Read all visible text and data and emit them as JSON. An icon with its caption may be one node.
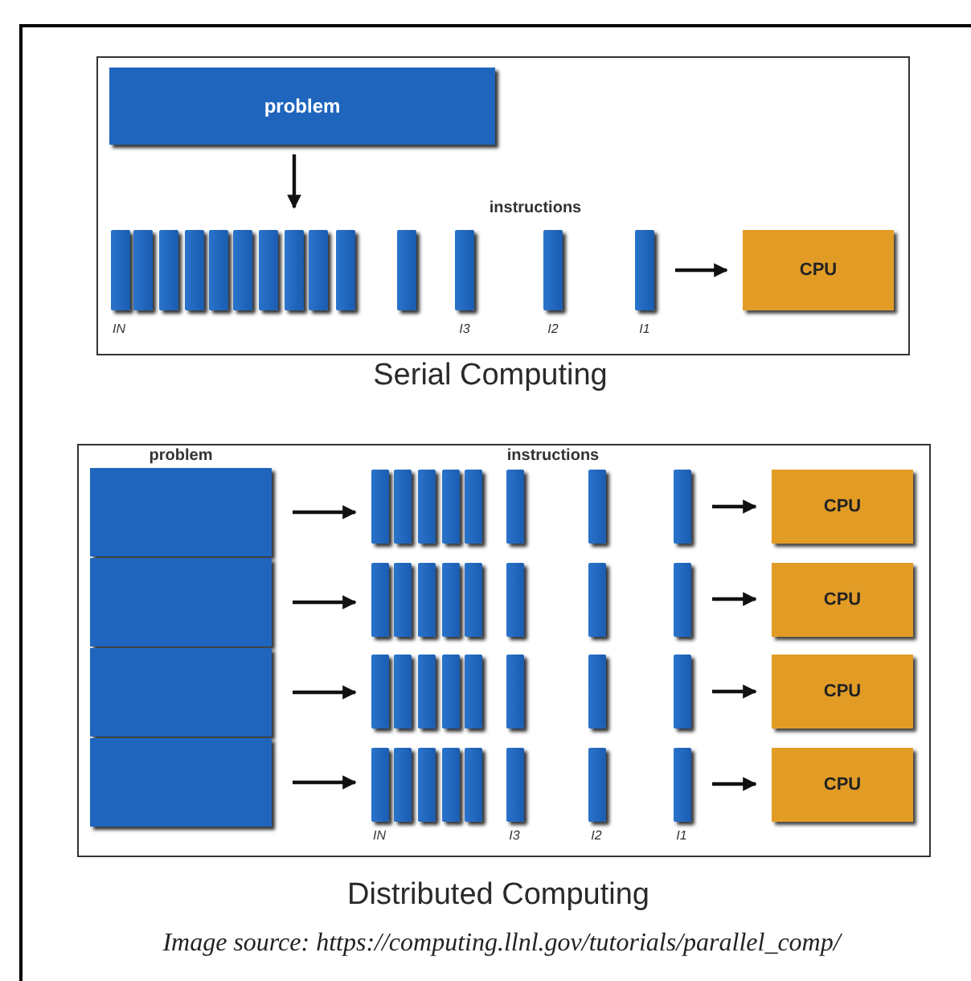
{
  "diagram": {
    "caption": "Image source: https://computing.llnl.gov/tutorials/parallel_comp/",
    "nodes": [
      {
        "text": [
          "problem"
        ]
      },
      {
        "text": [],
        "shape": "bar"
      },
      {
        "text": [],
        "shape": "bar"
      },
      {
        "text": [],
        "shape": "bar"
      },
      {
        "text": [],
        "shape": "bar"
      },
      {
        "text": [],
        "shape": "bar"
      },
      {
        "text": [],
        "shape": "bar"
      },
      {
        "text": [],
        "shape": "bar"
      },
      {
        "text": [],
        "shape": "bar"
      },
      {
        "text": [],
        "shape": "bar"
      },
      {
        "text": [],
        "shape": "bar"
      },
      {
        "text": [],
        "shape": "bar"
      },
      {
        "text": [],
        "shape": "bar"
      },
      {
        "text": [],
        "shape": "bar"
      },
      {
        "text": [],
        "shape": "bar"
      },
      {
        "text": [
          "CPU"
        ]
      },
      {
        "text": [
          "problem"
        ]
      },
      {
        "text": [],
        "shape": "box",
        "in": 16
      },
      {
        "text": [],
        "shape": "box",
        "in": 16
      },
      {
        "text": [],
        "shape": "box",
        "in": 16
      },
      {
        "text": [],
        "shape": "box",
        "in": 16
      },
      {
        "text": [],
        "shape": "bar"
      },
      {
        "text": [],
        "shape": "bar"
      },
      {
        "text": [],
        "shape": "bar"
      },
      {
        "text": [],
        "shape": "bar"
      },
      {
        "text": [],
        "shape": "bar"
      },
      {
        "text": [],
        "shape": "bar"
      },
      {
        "text": [],
        "shape": "bar"
      },
      {
        "text": [],
        "shape": "bar"
      },
      {
        "text": [
          "CPU"
        ]
      },
      {
        "text": [],
        "shape": "bar"
      },
      {
        "text": [],
        "shape": "bar"
      },
      {
        "text": [],
        "shape": "bar"
      },
      {
        "text": [],
        "shape": "bar"
      },
      {
        "text": [],
        "shape": "bar"
      },
      {
        "text": [],
        "shape": "bar"
      },
      {
        "text": [],
        "shape": "bar"
      },
      {
        "text": [],
        "shape": "bar"
      },
      {
        "text": [
          "CPU"
        ]
      },
      {
        "text": [],
        "shape": "bar"
      },
      {
        "text": [],
        "shape": "bar"
      },
      {
        "text": [],
        "shape": "bar"
      },
      {
        "text": [],
        "shape": "bar"
      },
      {
        "text": [],
        "shape": "bar"
      },
      {
        "text": [],
        "shape": "bar"
      },
      {
        "text": [],
        "shape": "bar"
      },
      {
        "text": [],
        "shape": "bar"
      },
      {
        "text": [
          "CPU"
        ]
      },
      {
        "text": [],
        "shape": "bar"
      },
      {
        "text": [],
        "shape": "bar"
      },
      {
        "text": [],
        "shape": "bar"
      },
      {
        "text": [],
        "shape": "bar"
      },
      {
        "text": [],
        "shape": "bar"
      },
      {
        "text": [],
        "shape": "bar"
      },
      {
        "text": [],
        "shape": "bar"
      },
      {
        "text": [],
        "shape": "bar"
      },
      {
        "text": [
          "CPU"
        ]
      }
    ],
    "edges": [
      {
        "from": 0,
        "to": 8,
        "arrow": "to"
      },
      {
        "from": 14,
        "to": 15,
        "arrow": "to"
      },
      {
        "from": 17,
        "to": 21,
        "arrow": "to"
      },
      {
        "from": 28,
        "to": 29,
        "arrow": "to"
      },
      {
        "from": 18,
        "to": 30,
        "arrow": "to"
      },
      {
        "from": 37,
        "to": 38,
        "arrow": "to"
      },
      {
        "from": 19,
        "to": 39,
        "arrow": "to"
      },
      {
        "from": 46,
        "to": 47,
        "arrow": "to"
      },
      {
        "from": 20,
        "to": 48,
        "arrow": "to"
      },
      {
        "from": 55,
        "to": 56,
        "arrow": "to"
      }
    ],
    "labels": [
      "instructions",
      "IN",
      "I3",
      "I2",
      "I1",
      "Serial Computing",
      "instructions",
      "IN",
      "I3",
      "I2",
      "I1",
      "Distributed Computing"
    ]
  }
}
